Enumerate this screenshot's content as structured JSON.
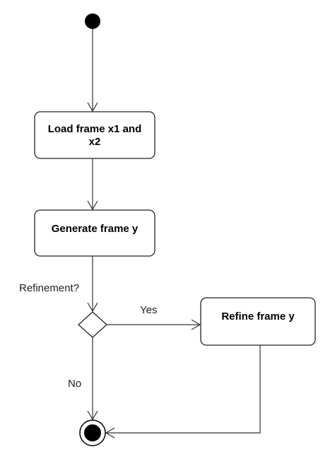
{
  "nodes": {
    "load": {
      "line1": "Load frame x1 and",
      "line2": "x2"
    },
    "generate": {
      "label": "Generate frame y"
    },
    "refine": {
      "label": "Refine frame y"
    }
  },
  "guard_label": "Refinement?",
  "edges": {
    "yes_label": "Yes",
    "no_label": "No"
  }
}
